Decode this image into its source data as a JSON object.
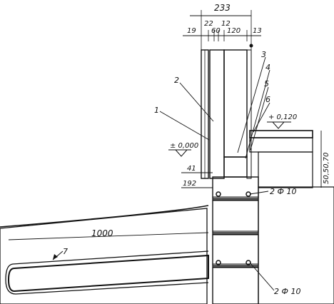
{
  "top_dims": {
    "overall": "233",
    "segments": [
      "19",
      "22",
      "12",
      "60",
      "120",
      "13"
    ]
  },
  "callouts": [
    "1",
    "2",
    "3",
    "4",
    "5",
    "6",
    "7"
  ],
  "levels": {
    "zero": "± 0,000",
    "floor": "+ 0,120"
  },
  "side_dims": {
    "d41": "41",
    "d192": "192",
    "stack": "50,50,70",
    "d1000": "1000"
  },
  "rebar": {
    "upper": "2 Ф 10",
    "lower": "2 Ф 10"
  }
}
